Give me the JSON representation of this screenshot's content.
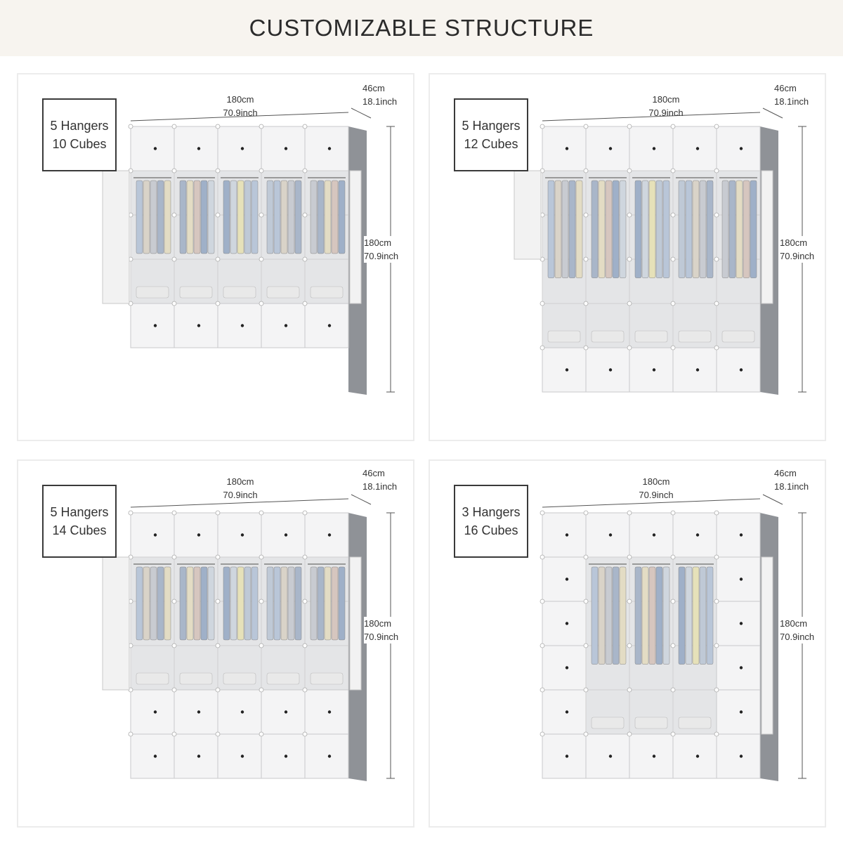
{
  "header": {
    "title": "CUSTOMIZABLE STRUCTURE"
  },
  "panels": [
    {
      "hangers": "5 Hangers",
      "cubes": "10 Cubes",
      "width_cm": "180cm",
      "width_in": "70.9inch",
      "depth_cm": "46cm",
      "depth_in": "18.1inch",
      "height_cm": "180cm",
      "height_in": "70.9inch"
    },
    {
      "hangers": "5 Hangers",
      "cubes": "12 Cubes",
      "width_cm": "180cm",
      "width_in": "70.9inch",
      "depth_cm": "46cm",
      "depth_in": "18.1inch",
      "height_cm": "180cm",
      "height_in": "70.9inch"
    },
    {
      "hangers": "5 Hangers",
      "cubes": "14 Cubes",
      "width_cm": "180cm",
      "width_in": "70.9inch",
      "depth_cm": "46cm",
      "depth_in": "18.1inch",
      "height_cm": "180cm",
      "height_in": "70.9inch"
    },
    {
      "hangers": "3 Hangers",
      "cubes": "16 Cubes",
      "width_cm": "180cm",
      "width_in": "70.9inch",
      "depth_cm": "46cm",
      "depth_in": "18.1inch",
      "height_cm": "180cm",
      "height_in": "70.9inch"
    }
  ]
}
